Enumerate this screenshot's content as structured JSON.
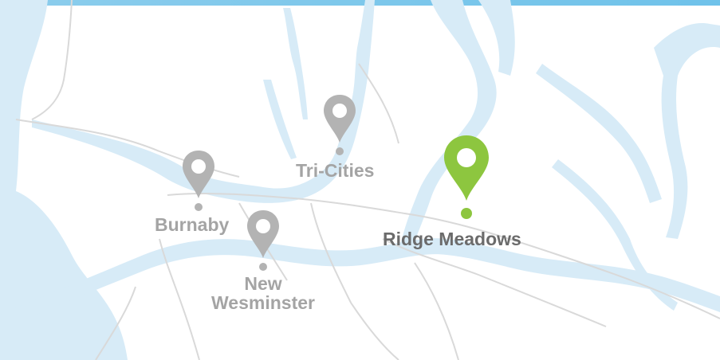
{
  "map": {
    "colors": {
      "water": "#d7ebf7",
      "land": "#ffffff",
      "road": "#d9d9d9",
      "pin_inactive": "#b3b3b3",
      "pin_active": "#8dc63f",
      "label_inactive": "#a4a4a4",
      "label_active": "#6b6b6b"
    },
    "locations": [
      {
        "id": "tri-cities",
        "label": "Tri-Cities",
        "active": false,
        "icon": "map-pin-icon"
      },
      {
        "id": "burnaby",
        "label": "Burnaby",
        "active": false,
        "icon": "map-pin-icon"
      },
      {
        "id": "new-westminster",
        "label": "New",
        "label2": "Wesminster",
        "active": false,
        "icon": "map-pin-icon"
      },
      {
        "id": "ridge-meadows",
        "label": "Ridge Meadows",
        "active": true,
        "icon": "map-pin-icon"
      }
    ]
  }
}
